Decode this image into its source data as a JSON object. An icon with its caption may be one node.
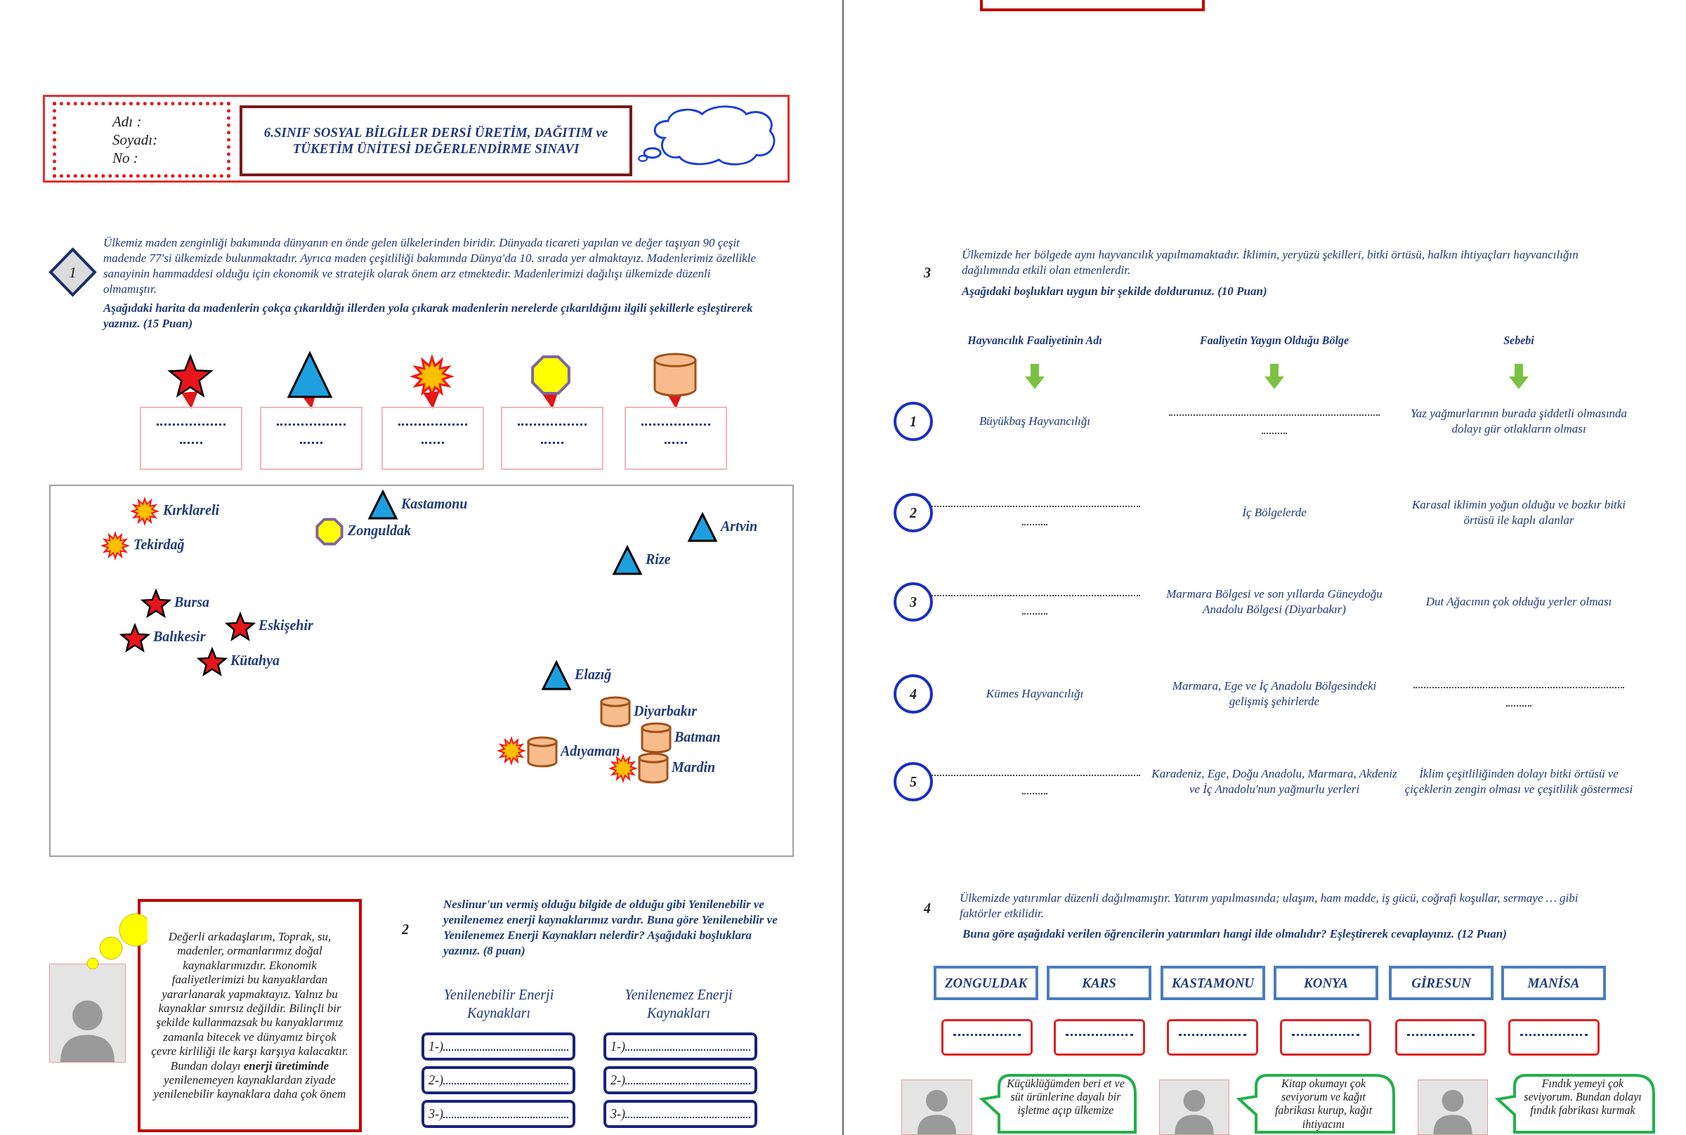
{
  "diagram": {
    "nodes": [
      {
        "text": [],
        "shape": "box"
      },
      {
        "text": [
          "Adı :",
          "Soyadı:",
          "No :"
        ],
        "in": 0
      },
      {
        "text": [
          "6.SINIF SOSYAL BİLGİLER DERSİ ÜRETİM, DAĞITIM ve TÜKETİM ÜNİTESİ DEĞERLENDİRME SINAVI"
        ],
        "in": 0
      },
      {
        "text": [],
        "shape": "cloud",
        "in": 0
      },
      {
        "text": [
          "1"
        ]
      },
      {
        "text": [],
        "shape": "star"
      },
      {
        "text": [],
        "shape": "triangle"
      },
      {
        "text": [],
        "shape": "burst"
      },
      {
        "text": [],
        "shape": "octagon"
      },
      {
        "text": [],
        "shape": "cylinder"
      },
      {
        "text": [],
        "shape": "box"
      },
      {
        "text": [],
        "shape": "box"
      },
      {
        "text": [],
        "shape": "box"
      },
      {
        "text": [],
        "shape": "box"
      },
      {
        "text": [],
        "shape": "box"
      },
      {
        "text": [],
        "shape": "box"
      },
      {
        "text": [],
        "shape": "burst",
        "in": 15,
        "beside": [
          "Kırklareli"
        ]
      },
      {
        "text": [],
        "shape": "triangle",
        "in": 15,
        "beside": [
          "Kastamonu"
        ]
      },
      {
        "text": [],
        "shape": "octagon",
        "in": 15,
        "beside": [
          "Zonguldak"
        ]
      },
      {
        "text": [],
        "shape": "triangle",
        "in": 15,
        "beside": [
          "Artvin"
        ]
      },
      {
        "text": [],
        "shape": "burst",
        "in": 15,
        "beside": [
          "Tekirdağ"
        ]
      },
      {
        "text": [],
        "shape": "triangle",
        "in": 15,
        "beside": [
          "Rize"
        ]
      },
      {
        "text": [],
        "shape": "star",
        "in": 15,
        "beside": [
          "Bursa"
        ]
      },
      {
        "text": [],
        "shape": "star",
        "in": 15,
        "beside": [
          "Eskişehir"
        ]
      },
      {
        "text": [],
        "shape": "star",
        "in": 15,
        "beside": [
          "Balıkesir"
        ]
      },
      {
        "text": [],
        "shape": "star",
        "in": 15,
        "beside": [
          "Kütahya"
        ]
      },
      {
        "text": [],
        "shape": "triangle",
        "in": 15,
        "beside": [
          "Elazığ"
        ]
      },
      {
        "text": [],
        "shape": "cylinder",
        "in": 15,
        "beside": [
          "Diyarbakır"
        ]
      },
      {
        "text": [],
        "shape": "cylinder",
        "in": 15,
        "beside": [
          "Batman"
        ]
      },
      {
        "text": [],
        "shape": "burst",
        "in": 15
      },
      {
        "text": [],
        "shape": "cylinder",
        "in": 15,
        "beside": [
          "Adıyaman"
        ]
      },
      {
        "text": [],
        "shape": "burst",
        "in": 15
      },
      {
        "text": [],
        "shape": "cylinder",
        "in": 15,
        "beside": [
          "Mardin"
        ]
      },
      {
        "text": [],
        "shape": "picture"
      },
      {
        "text": [
          "Değerli arkadaşlarım, Toprak, su, madenler, ormanlarımız doğal kaynaklarımızdır. Ekonomik faaliyetlerimizi bu kanyaklardan yararlanarak yapmaktayız. Yalnız bu kaynaklar sınırsız değildir. Bilinçli bir şekilde kullanmazsak bu kanyaklarımız zamanla bitecek ve dünyamız birçok çevre kirliliği ile karşı karşıya kalacaktır. Bundan dolayı **enerji üretiminde** yenilenemeyen kaynaklardan ziyade yenilenebilir kaynaklara daha çok önem"
        ]
      },
      {
        "text": [
          "1-)"
        ]
      },
      {
        "text": [
          "1-)"
        ]
      },
      {
        "text": [
          "2-)"
        ]
      },
      {
        "text": [
          "2-)"
        ]
      },
      {
        "text": [
          "3-)"
        ]
      },
      {
        "text": [
          "3-)"
        ]
      },
      {
        "text": [],
        "shape": "box"
      },
      {
        "text": [
          "1"
        ]
      },
      {
        "text": [
          "2"
        ]
      },
      {
        "text": [
          "3"
        ]
      },
      {
        "text": [
          "4"
        ]
      },
      {
        "text": [
          "5"
        ]
      },
      {
        "text": [
          "ZONGULDAK"
        ]
      },
      {
        "text": [
          "KARS"
        ]
      },
      {
        "text": [
          "KASTAMONU"
        ]
      },
      {
        "text": [
          "KONYA"
        ]
      },
      {
        "text": [
          "GİRESUN"
        ]
      },
      {
        "text": [
          "MANİSA"
        ]
      },
      {
        "text": [],
        "shape": "box"
      },
      {
        "text": [],
        "shape": "box"
      },
      {
        "text": [],
        "shape": "box"
      },
      {
        "text": [],
        "shape": "box"
      },
      {
        "text": [],
        "shape": "box"
      },
      {
        "text": [],
        "shape": "box"
      },
      {
        "text": [],
        "shape": "picture"
      },
      {
        "text": [
          "Küçüklüğümden beri et ve süt ürünlerine dayalı bir işletme açıp ülkemize"
        ]
      },
      {
        "text": [],
        "shape": "picture"
      },
      {
        "text": [
          "Kitap okumayı çok seviyorum ve kağıt fabrikası kurup, kağıt ihtiyacını"
        ]
      },
      {
        "text": [],
        "shape": "picture"
      },
      {
        "text": [
          "Fındık yemeyi çok seviyorum. Bundan dolayı fındık fabrikası kurmak"
        ]
      }
    ],
    "edges": [
      {
        "from": 5,
        "to": 10,
        "arrow": "to"
      },
      {
        "from": 6,
        "to": 11,
        "arrow": "to"
      },
      {
        "from": 7,
        "to": 12,
        "arrow": "to"
      },
      {
        "from": 8,
        "to": 13,
        "arrow": "to"
      },
      {
        "from": 9,
        "to": 14,
        "arrow": "to"
      }
    ],
    "labels": [
      "Ülkemiz maden zenginliği bakımında dünyanın en önde gelen ülkelerinden biridir. Dünyada ticareti yapılan ve değer taşıyan 90 çeşit madende 77'si ülkemizde bulunmaktadır. Ayrıca maden çeşitliliği bakımında Dünya'da 10. sırada yer almaktayız. Madenlerimiz özellikle sanayinin hammaddesi olduğu için ekonomik ve stratejik olarak önem arz etmektedir. Madenlerimizi dağılışı ülkemizde düzenli olmamıştır.",
      "Aşağıdaki harita da madenlerin çokça çıkarıldığı illerden yola çıkarak madenlerin nerelerde çıkarıldığını ilgili şekillerle eşleştirerek yazınız. (15 Puan)",
      "2",
      "Neslinur'un vermiş olduğu bilgide de olduğu gibi Yenilenebilir ve yenilenemez enerji kaynaklarımız vardır. Buna göre Yenilenebilir ve Yenilenemez Enerji Kaynakları nelerdir? Aşağıdaki boşluklara yazınız. (8 puan)",
      "Yenilenebilir Enerji Kaynakları",
      "Yenilenemez Enerji Kaynakları",
      "3",
      "Ülkemizde her bölgede aynı hayvancılık yapılmamaktadır. İklimin, yeryüzü şekilleri, bitki örtüsü, halkın ihtiyaçları hayvancılığın dağılımında etkili olan etmenlerdir.",
      "Aşağıdaki boşlukları uygun bir şekilde doldurunuz. (10 Puan)",
      "Hayvancılık Faaliyetinin Adı",
      "Faaliyetin Yaygın Olduğu Bölge",
      "Sebebi",
      "Büyükbaş Hayvancılığı",
      "Yaz yağmurlarının burada şiddetli olmasında dolayı gür otlakların olması",
      "İç Bölgelerde",
      "Karasal iklimin yoğun olduğu ve bozkır bitki örtüsü ile kaplı alanlar",
      "Marmara Bölgesi ve son yıllarda Güneydoğu Anadolu Bölgesi (Diyarbakır)",
      "Dut Ağacının çok olduğu yerler olması",
      "Kümes Hayvancılığı",
      "Marmara, Ege ve İç Anadolu Bölgesindeki gelişmiş şehirlerde",
      "Karadeniz, Ege, Doğu Anadolu, Marmara, Akdeniz ve İç Anadolu'nun yağmurlu yerleri",
      "İklim çeşitliliğinden dolayı bitki örtüsü ve çiçeklerin zengin olması ve çeşitlilik göstermesi",
      "4",
      "Ülkemizde yatırımlar düzenli dağılmamıştır. Yatırım yapılmasında; ulaşım, ham madde, iş gücü, coğrafi koşullar, sermaye … gibi faktörler etkilidir.",
      "Buna göre aşağıdaki verilen öğrencilerin yatırımları hangi ilde olmalıdır? Eşleştirerek cevaplayınız. (12 Puan)"
    ]
  }
}
